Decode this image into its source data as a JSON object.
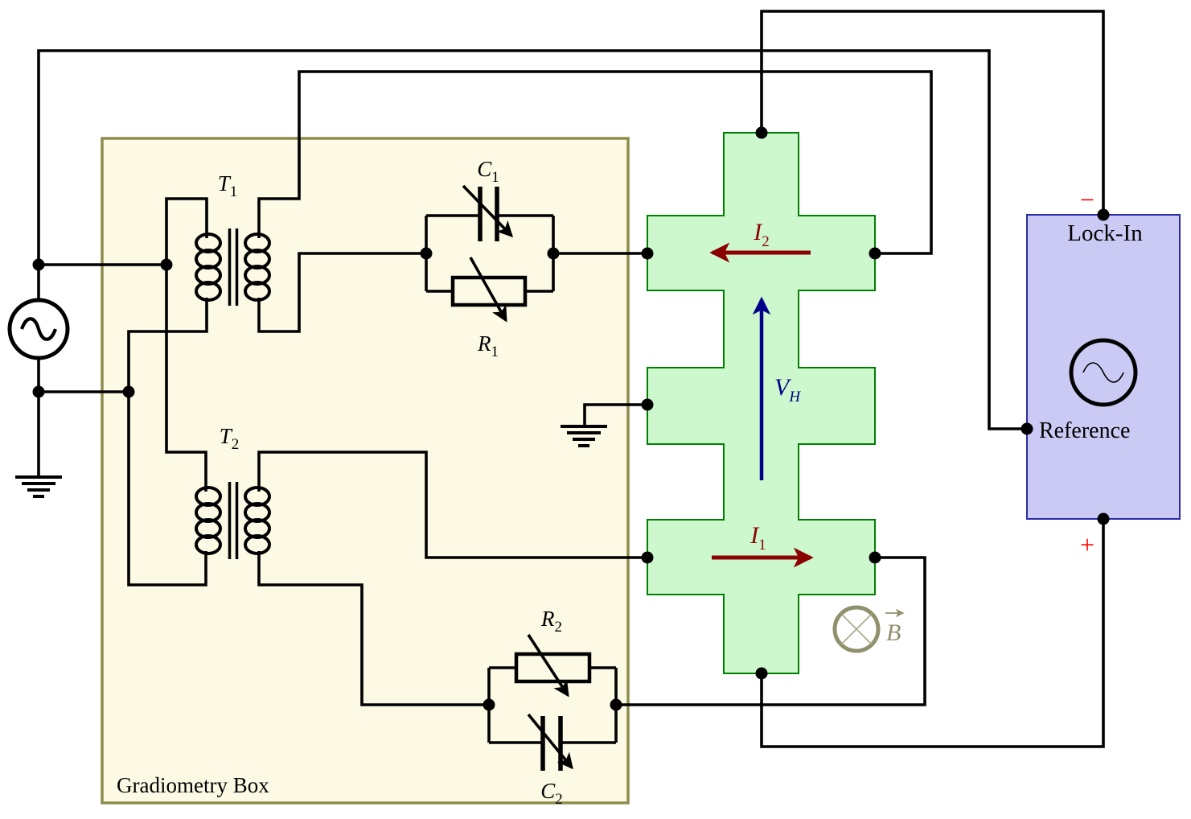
{
  "figure": {
    "type": "hall-bar-gradiometry-circuit-schematic"
  },
  "gradiometry_box": {
    "label": "Gradiometry Box"
  },
  "components": {
    "t1": {
      "base": "T",
      "sub": "1",
      "kind": "transformer"
    },
    "t2": {
      "base": "T",
      "sub": "2",
      "kind": "transformer"
    },
    "c1": {
      "base": "C",
      "sub": "1",
      "kind": "variable-capacitor"
    },
    "r1": {
      "base": "R",
      "sub": "1",
      "kind": "variable-resistor"
    },
    "r2": {
      "base": "R",
      "sub": "2",
      "kind": "variable-resistor"
    },
    "c2": {
      "base": "C",
      "sub": "2",
      "kind": "variable-capacitor"
    }
  },
  "hall_bar": {
    "current_1": {
      "base": "I",
      "sub": "1",
      "direction": "right"
    },
    "current_2": {
      "base": "I",
      "sub": "2",
      "direction": "left"
    },
    "hall_voltage": {
      "base": "V",
      "sub": "H",
      "direction": "up"
    },
    "b_field": {
      "base": "B",
      "vector": true,
      "direction": "into-page"
    }
  },
  "lock_in": {
    "title": "Lock-In",
    "reference": "Reference",
    "minus": "−",
    "plus": "+"
  },
  "colors": {
    "wire": "#000000",
    "cream-fill": "#FCFAE4",
    "cream-border": "#8D8D4E",
    "green-fill": "#CDF8CD",
    "green-border": "#008000",
    "lavender-fill": "#CACAF5",
    "lavender-border": "#2B2BA6",
    "darkred": "#8B0000",
    "navy": "#00008B",
    "red": "#FF0000",
    "olive": "#90906C",
    "olive-light": "#A8A88A"
  }
}
